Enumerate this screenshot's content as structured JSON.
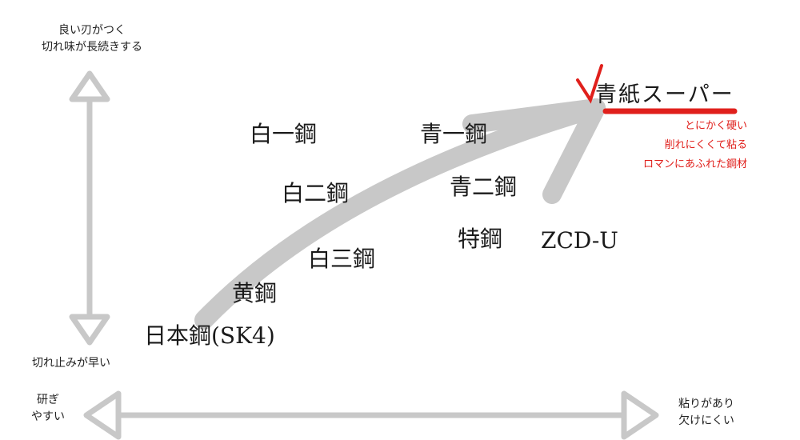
{
  "axes": {
    "top_label": [
      "良い刃がつく",
      "切れ味が長続きする"
    ],
    "bottom_label": "切れ止みが早い",
    "left_label": [
      "研ぎ",
      "やすい"
    ],
    "right_label": [
      "粘りがあり",
      "欠けにくい"
    ]
  },
  "steels": [
    {
      "id": "shiro1",
      "label": "白一鋼"
    },
    {
      "id": "ao1",
      "label": "青一鋼"
    },
    {
      "id": "shiro2",
      "label": "白二鋼"
    },
    {
      "id": "ao2",
      "label": "青二鋼"
    },
    {
      "id": "tokko",
      "label": "特鋼"
    },
    {
      "id": "zcdu",
      "label": "ZCD-U"
    },
    {
      "id": "shiro3",
      "label": "白三鋼"
    },
    {
      "id": "ki",
      "label": "黄鋼"
    },
    {
      "id": "nihon",
      "label": "日本鋼(SK4)"
    }
  ],
  "highlight": {
    "label": "青紙スーパー",
    "notes": [
      "とにかく硬い",
      "削れにくくて粘る",
      "ロマンにあふれた鋼材"
    ]
  },
  "colors": {
    "arrow": "#c8c8c8",
    "accent": "#e0201c"
  }
}
